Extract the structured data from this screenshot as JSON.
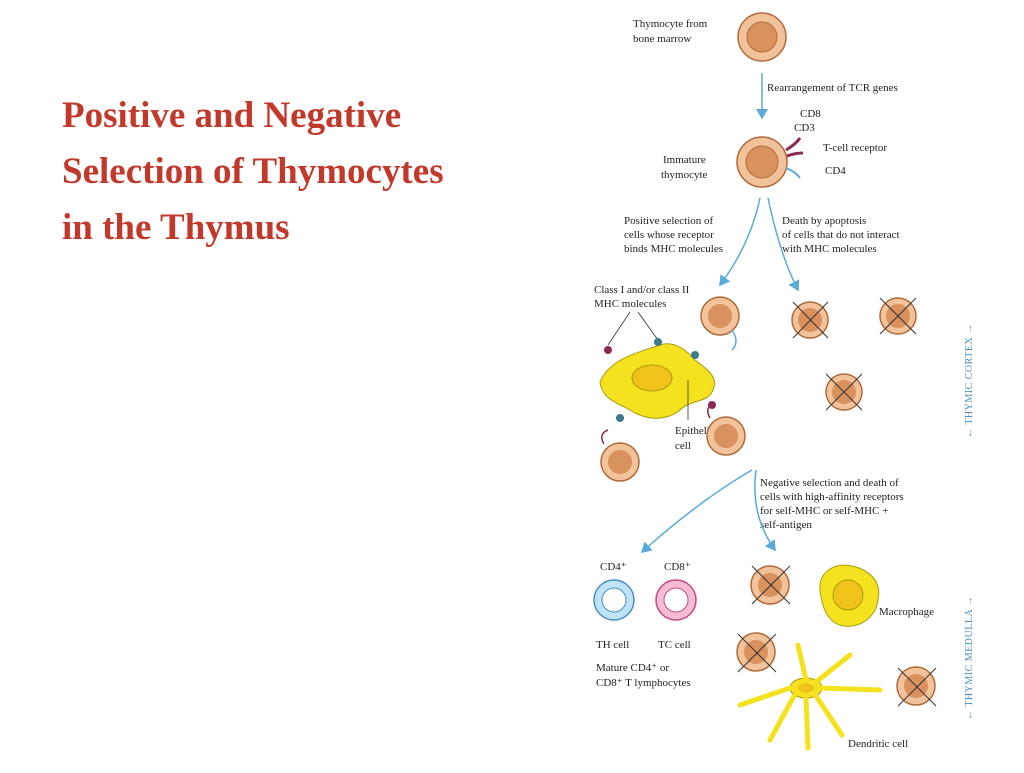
{
  "slide": {
    "title_lines": [
      "Positive and Negative",
      "Selection of Thymocytes",
      "in the Thymus"
    ]
  },
  "figure": {
    "labels": {
      "thymocyte_from": [
        "Thymocyte from",
        "bone marrow"
      ],
      "rearrangement": "Rearrangement of TCR genes",
      "cd8": "CD8",
      "cd3": "CD3",
      "tcr": "T-cell receptor",
      "cd4": "CD4",
      "immature": [
        "Immature",
        "thymocyte"
      ],
      "positive_selection": [
        "Positive selection of",
        "cells whose receptor",
        "binds MHC molecules"
      ],
      "death_apoptosis": [
        "Death by apoptosis",
        "of cells that do not interact",
        "with MHC molecules"
      ],
      "mhc_class": [
        "Class I and/or class II",
        "MHC molecules"
      ],
      "epithelial": [
        "Epithelial",
        "cell"
      ],
      "negative_selection": [
        "Negative selection and death of",
        "cells with high-affinity receptors",
        "for self-MHC or self-MHC +",
        "self-antigen"
      ],
      "cd4_plus": "CD4⁺",
      "cd8_plus": "CD8⁺",
      "th_cell": "TH cell",
      "tc_cell": "TC cell",
      "mature": [
        "Mature CD4⁺ or",
        "CD8⁺ T lymphocytes"
      ],
      "macrophage": "Macrophage",
      "dendritic": "Dendritic cell",
      "cortex": "← THYMIC CORTEX →",
      "medulla": "← THYMIC MEDULLA →"
    },
    "colors": {
      "cell_fill": "#f2c29a",
      "cell_nucleus": "#d9915e",
      "cell_outline": "#b06a3a",
      "support_cell": "#f4e21e",
      "support_nucleus": "#f0c21a",
      "arrow": "#5aa9d6",
      "cd4_fill": "#bfe3f7",
      "cd8_fill": "#f6bcd6",
      "receptor_purple": "#8a2a52",
      "receptor_teal": "#3a7a8a",
      "title": "#c0392b"
    }
  }
}
